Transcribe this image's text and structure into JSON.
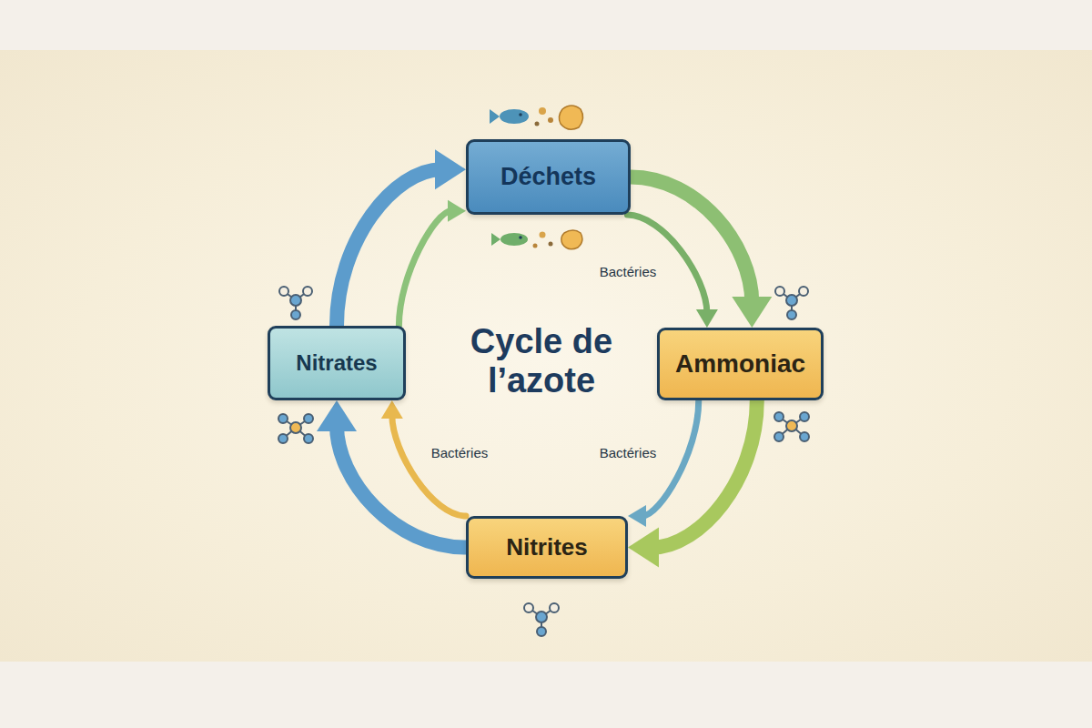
{
  "diagram": {
    "title": "Cycle de l’azote",
    "nodes": [
      {
        "text": [
          "Déchets"
        ]
      },
      {
        "text": [
          "Ammoniac"
        ]
      },
      {
        "text": [
          "Nitrites"
        ]
      },
      {
        "text": [
          "Nitrates"
        ]
      }
    ],
    "edges": [
      {
        "from": 0,
        "to": 1,
        "arrow": "to"
      },
      {
        "from": 0,
        "to": 1,
        "label": "Bactéries",
        "arrow": "to"
      },
      {
        "from": 1,
        "to": 2,
        "arrow": "to"
      },
      {
        "from": 1,
        "to": 2,
        "label": "Bactéries",
        "arrow": "to"
      },
      {
        "from": 2,
        "to": 3,
        "arrow": "to"
      },
      {
        "from": 2,
        "to": 3,
        "label": "Bactéries",
        "arrow": "to"
      },
      {
        "from": 3,
        "to": 0,
        "arrow": "to"
      },
      {
        "from": 3,
        "to": 0,
        "arrow": "to"
      }
    ]
  }
}
